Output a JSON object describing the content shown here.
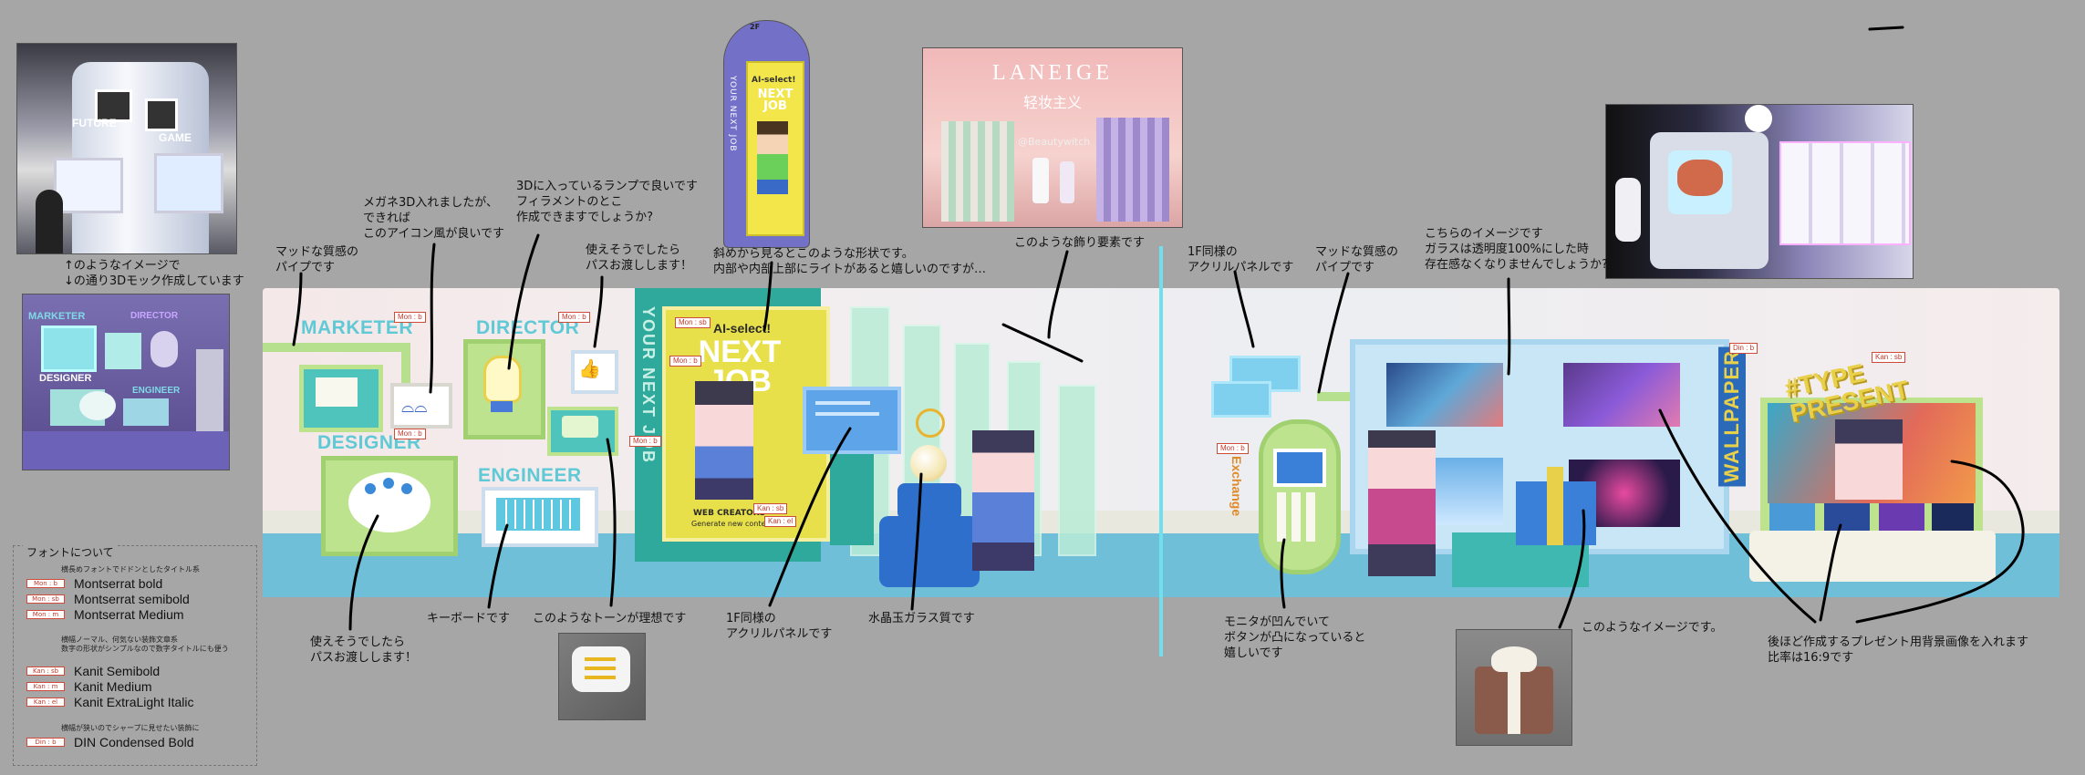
{
  "notes": {
    "ref_caption": "↑のようなイメージで\n↓の通り3Dモック作成しています",
    "matte_pipe_left": "マッドな質感の\nパイプです",
    "glasses_icon": "メガネ3D入れましたが、\nできれば\nこのアイコン風が良いです",
    "lamp": "3Dに入っているランプで良いです\nフィラメントのとこ\n作成できますでしょうか?",
    "pass_like": "使えそうでしたら\nパスお渡しします！",
    "oblique_shape": "斜めから見るとこのような形状です。\n内部や内部上部にライトがあると嬉しいのですが…",
    "decoration": "このような飾り要素です",
    "acrylic_1f_right": "1F同様の\nアクリルパネルです",
    "matte_pipe_right": "マッドな質感の\nパイプです",
    "glass_opacity": "こちらのイメージです\nガラスは透明度100%にした時\n存在感なくなりませんでしょうか?",
    "pass_palette": "使えそうでしたら\nパスお渡しします！",
    "keyboard": "キーボードです",
    "tone": "このようなトーンが理想です",
    "acrylic_1f_left": "1F同様の\nアクリルパネルです",
    "crystal": "水晶玉ガラス質です",
    "monitor_button": "モニタが凹んでいて\nボタンが凸になっていると\n嬉しいです",
    "image_like": "このようなイメージです。",
    "present_bg": "後ほど作成するプレゼント用背景画像を入れます\n比率は16:9です"
  },
  "tags": {
    "mon_b": "Mon : b",
    "mon_sb": "Mon : sb",
    "mon_m": "Mon : m",
    "kan_sb": "Kan : sb",
    "kan_m": "Kan : m",
    "kan_el": "Kan : el",
    "din_b": "Din : b"
  },
  "scene": {
    "marketer": "MARKETER",
    "director": "DIRECTOR",
    "designer": "DESIGNER",
    "engineer": "ENGINEER",
    "your_next_job": "YOUR NEXT JOB",
    "ai_select": "AI-select!",
    "next_job": "NEXT JOB",
    "web_creators": "WEB CREATORS",
    "generate": "Generate new content!",
    "exchange": "Exchange",
    "wallpaper": "WALLPAPER",
    "type_present": "#TYPE PRESENT"
  },
  "photos": {
    "booth_future": "FUTURE",
    "booth_game": "GAME",
    "laneige": "LANEIGE",
    "laneige_sub": "轻妆主义",
    "laneige_handle": "@Beautywitch",
    "mock_marketer": "MARKETER",
    "mock_director": "DIRECTOR",
    "mock_designer": "DESIGNER",
    "mock_engineer": "ENGINEER",
    "signage_floor": "2F",
    "signage_ai": "AI-select!",
    "signage_next": "NEXT JOB",
    "signage_side": "YOUR NEXT JOB"
  },
  "legend": {
    "title": "フォントについて",
    "group1_desc": "横長めフォントでドドンとしたタイトル系",
    "montserrat_bold": "Montserrat bold",
    "montserrat_semibold": "Montserrat semibold",
    "montserrat_medium": "Montserrat Medium",
    "group2_desc": "横幅ノーマル、何気ない装飾文章系\n数字の形状がシンプルなので数字タイトルにも便う",
    "kanit_semibold": "Kanit Semibold",
    "kanit_medium": "Kanit Medium",
    "kanit_extralight": "Kanit ExtraLight Italic",
    "group3_desc": "横幅が狭いのでシャープに見せたい装飾に",
    "din_bold": "DIN Condensed Bold"
  },
  "colors": {
    "background": "#a6a6a6",
    "accent_cyan": "#5fc9d6",
    "floor_blue": "#6fbfd8",
    "ai_yellow": "#e8e04a",
    "teal": "#2fa99b"
  }
}
